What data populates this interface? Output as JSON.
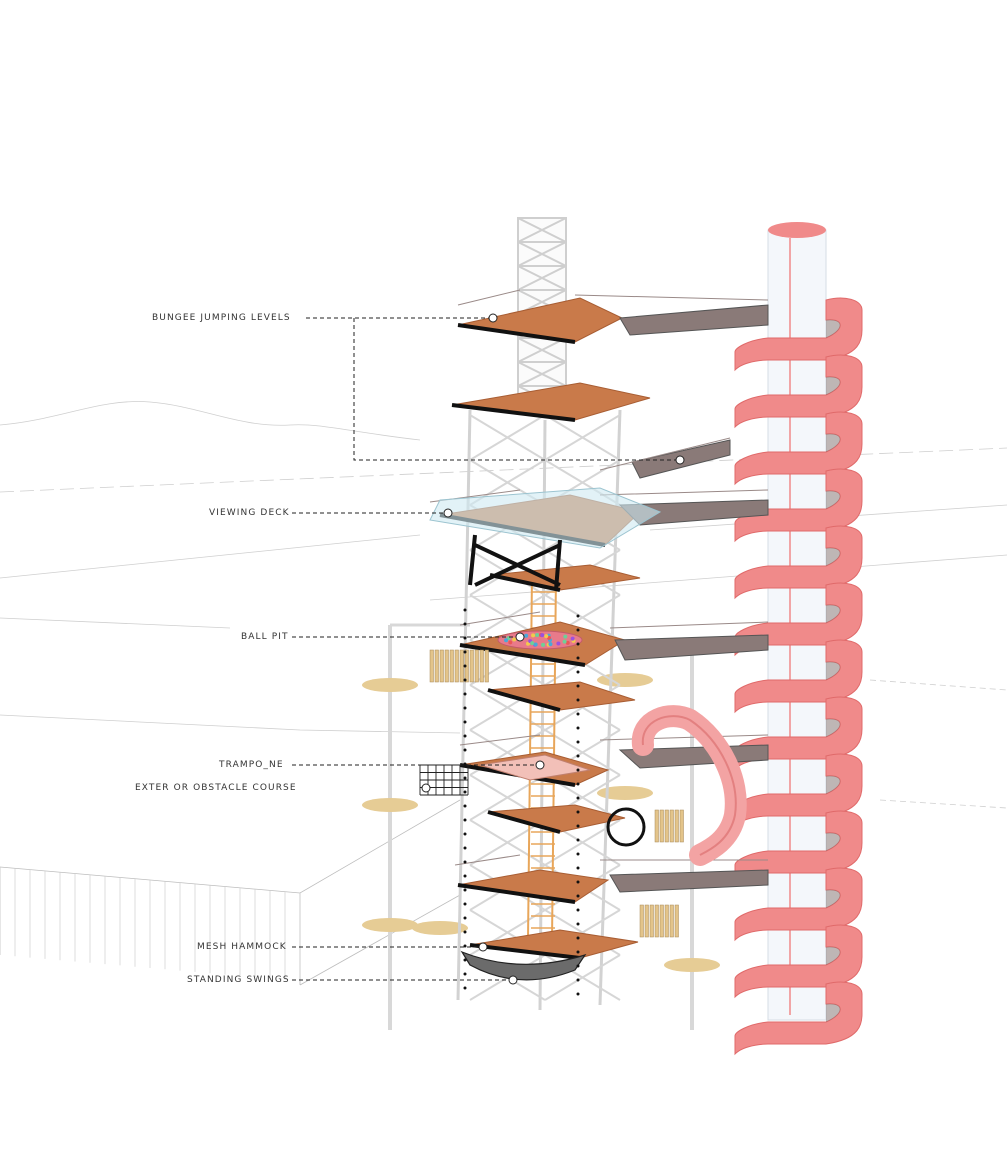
{
  "labels": {
    "bungee": "BUNGEE JUMPING LEVELS",
    "viewing_deck": "VIEWING DECK",
    "ball_pit": "BALL PIT",
    "trampoline": "TRAMPO_NE",
    "obstacle": "EXTER OR OBSTACLE COURSE",
    "hammock": "MESH HAMMOCK",
    "swings": "STANDING SWINGS"
  },
  "colors": {
    "deck": "#c97a4a",
    "deck_dark": "#a85d33",
    "spiral": "#f08a8a",
    "spiral_dark": "#e06a6a",
    "core": "#f4f7fb",
    "frame": "#d9d9d9",
    "ladder": "#e8a65a",
    "glass": "#cfe9f2",
    "disc": "#e6cc95",
    "ball_pit": "#e87a8a",
    "line": "#444444"
  }
}
